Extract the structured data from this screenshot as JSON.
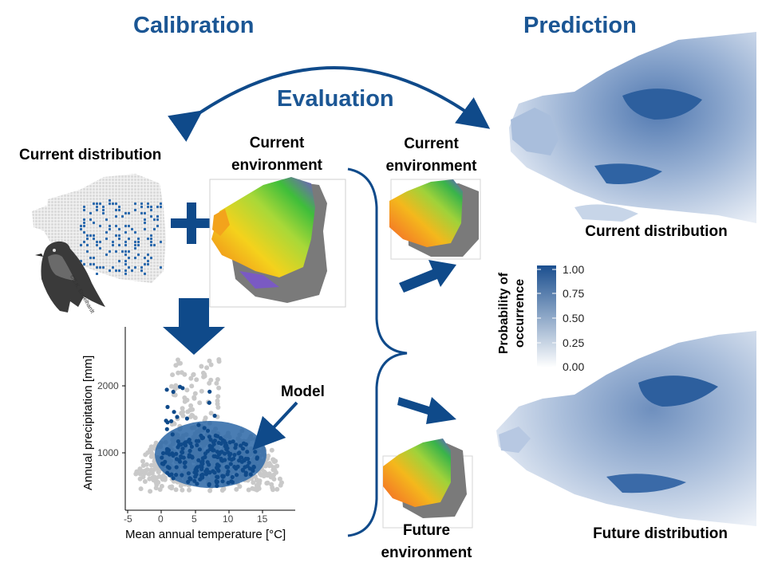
{
  "headings": {
    "calibration": "Calibration",
    "evaluation": "Evaluation",
    "prediction": "Prediction"
  },
  "labels": {
    "current_distribution_left": "Current distribution",
    "current_environment_left": [
      "Current",
      "environment"
    ],
    "current_environment_mid": [
      "Current",
      "environment"
    ],
    "future_environment": [
      "Future",
      "environment"
    ],
    "model": "Model",
    "current_distribution_right": "Current distribution",
    "future_distribution": "Future distribution",
    "photo_credit": "©E.K. Engelhardt"
  },
  "legend": {
    "title_lines": [
      "Probability of",
      "occurrence"
    ],
    "ticks": [
      "1.00",
      "0.75",
      "0.50",
      "0.25",
      "0.00"
    ],
    "colors": [
      "#ffffff",
      "#1b4f8f"
    ]
  },
  "scatter": {
    "xlabel": "Mean annual temperature [°C]",
    "ylabel": "Annual precipitation [mm]",
    "xticks": [
      "-5",
      "0",
      "5",
      "10",
      "15"
    ],
    "yticks": [
      "1000",
      "2000"
    ]
  },
  "colors": {
    "accent": "#1b5694",
    "presence": "#0f4a8a",
    "background_points": "#c9c9c9",
    "model_ellipse": "#2a66a6"
  }
}
